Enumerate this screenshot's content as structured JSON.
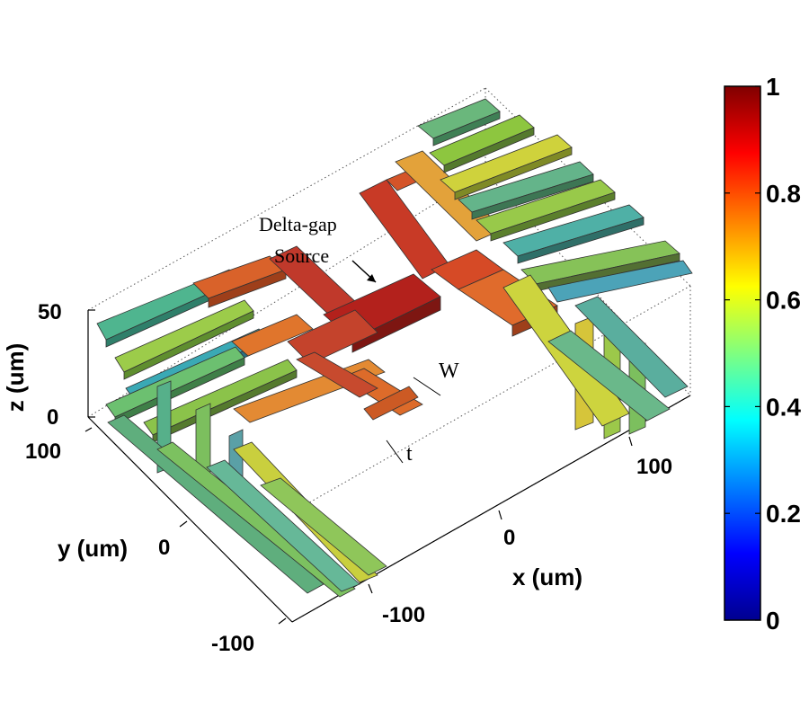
{
  "chart_data": {
    "type": "surface3d",
    "axes": {
      "x": {
        "label": "x (um)",
        "ticks": [
          -100,
          0,
          100
        ]
      },
      "y": {
        "label": "y (um)",
        "ticks": [
          -100,
          0,
          100
        ]
      },
      "z": {
        "label": "z (um)",
        "ticks": [
          0,
          50
        ]
      }
    },
    "colorbar": {
      "range": [
        0,
        1
      ],
      "ticks": [
        "0",
        "0.2",
        "0.4",
        "0.6",
        "0.8",
        "1"
      ],
      "colormap": "jet"
    },
    "annotations": {
      "source": [
        "Delta-gap",
        "Source"
      ],
      "width": "W",
      "thickness": "t"
    },
    "grid": false,
    "box": "dotted",
    "colors": {
      "feed": "#c0392b",
      "arm": "#e67e22",
      "finger": "#8dc63f"
    }
  }
}
